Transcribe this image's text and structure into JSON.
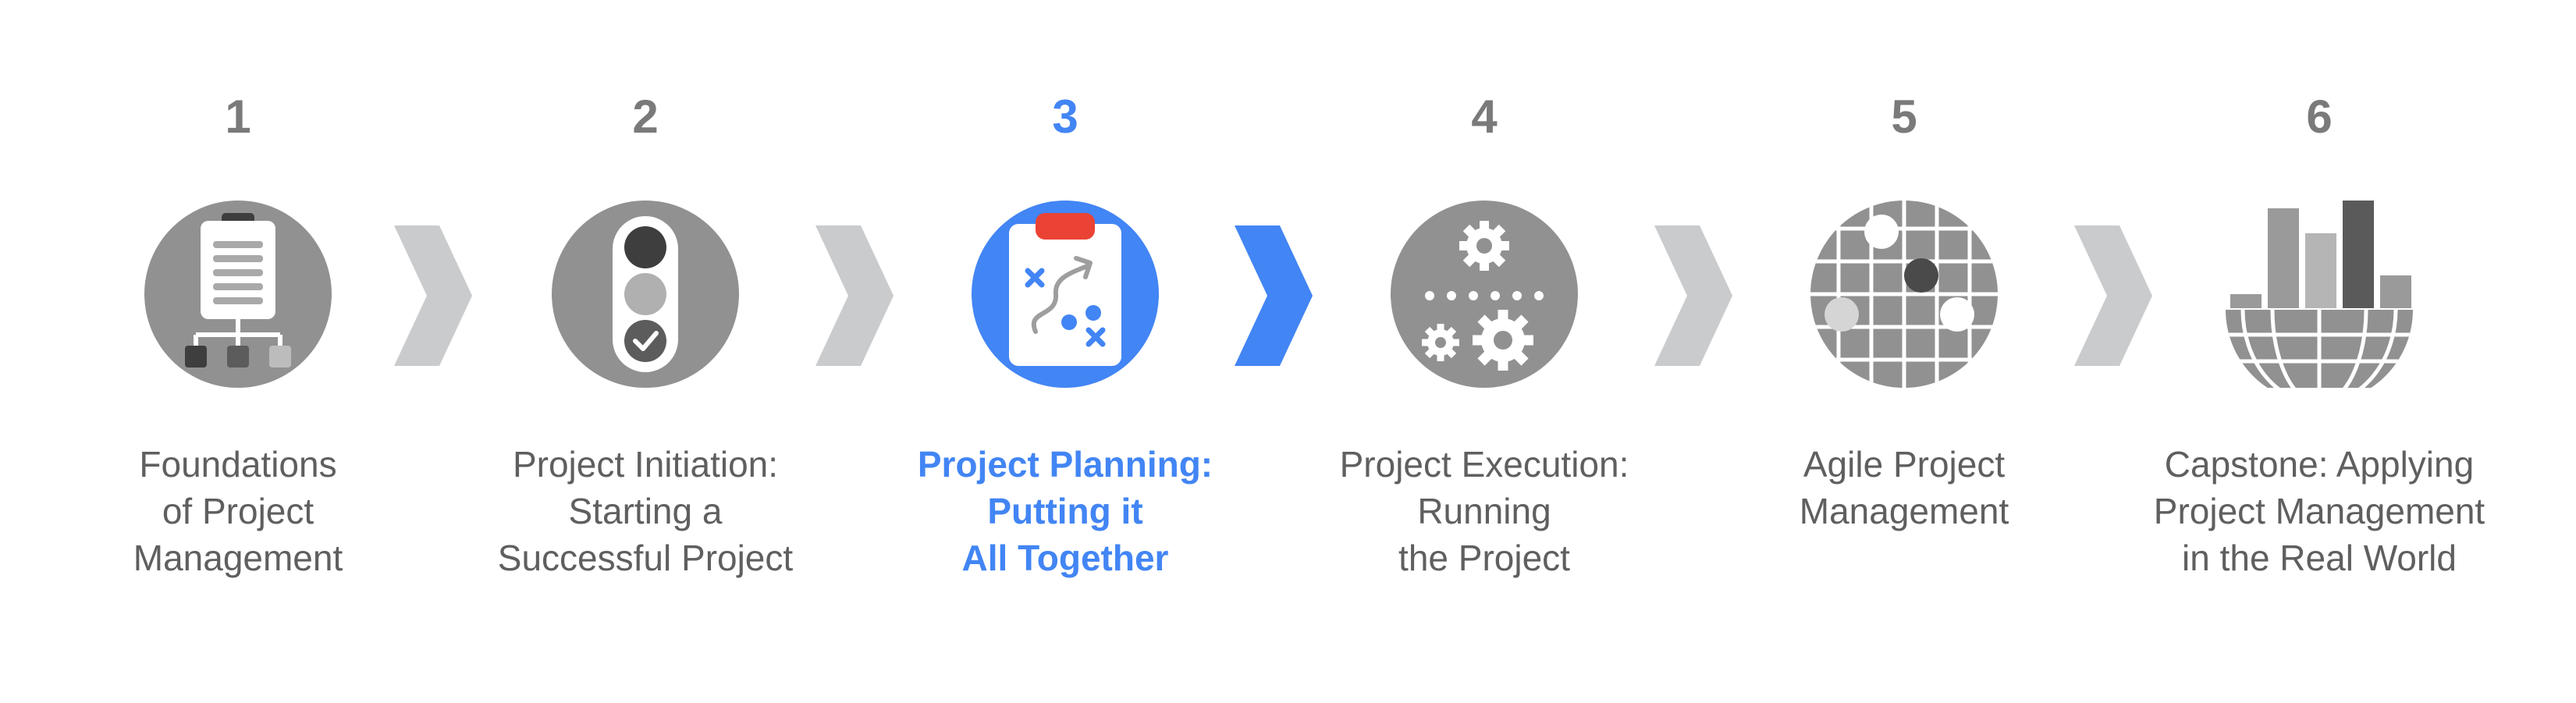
{
  "colors": {
    "inactive_text": "#5f5f5f",
    "inactive_number": "#7a7a7a",
    "accent": "#4285f4",
    "chevron_inactive": "#c9cbcd",
    "chevron_active": "#4285f4",
    "icon_circle": "#919191"
  },
  "steps": [
    {
      "number": "1",
      "title": "Foundations\nof Project\nManagement",
      "icon": "clipboard-org-chart-icon",
      "active": false
    },
    {
      "number": "2",
      "title": "Project Initiation:\nStarting a\nSuccessful Project",
      "icon": "traffic-light-icon",
      "active": false
    },
    {
      "number": "3",
      "title": "Project Planning:\nPutting it\nAll Together",
      "icon": "strategy-clipboard-icon",
      "active": true
    },
    {
      "number": "4",
      "title": "Project Execution:\nRunning\nthe Project",
      "icon": "gears-icon",
      "active": false
    },
    {
      "number": "5",
      "title": "Agile Project\nManagement",
      "icon": "grid-network-icon",
      "active": false
    },
    {
      "number": "6",
      "title": "Capstone: Applying\nProject Management\nin the Real World",
      "icon": "globe-bar-chart-icon",
      "active": false
    }
  ]
}
